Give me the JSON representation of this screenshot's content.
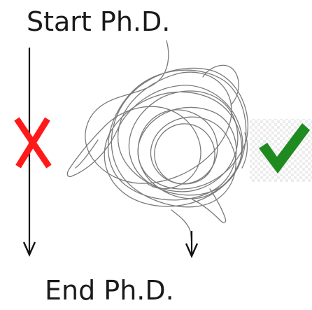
{
  "labels": {
    "start": "Start Ph.D.",
    "end": "End Ph.D."
  },
  "marks": {
    "wrong": "cross-mark",
    "right": "check-mark"
  },
  "colors": {
    "text": "#1a1a1a",
    "arrow": "#111111",
    "scribble": "#7a7a7a",
    "cross": "#ff1a1a",
    "check": "#1f8a1f"
  }
}
